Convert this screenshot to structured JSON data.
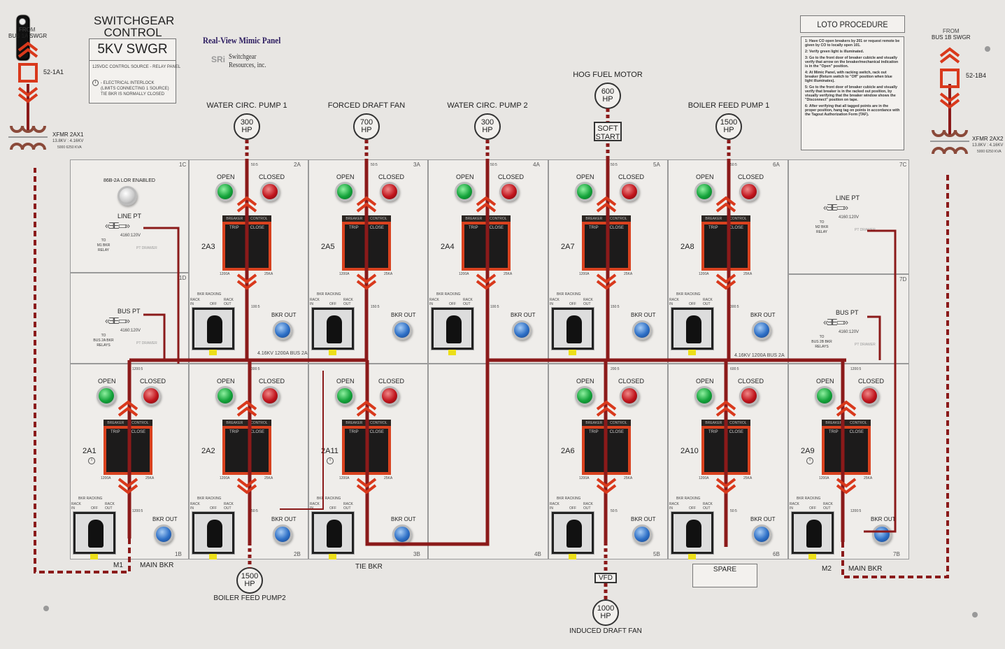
{
  "header": {
    "title_line1": "SWITCHGEAR",
    "title_line2": "CONTROL",
    "title_box": "5KV SWGR",
    "control_source": "125VDC CONTROL SOURCE - RELAY PANEL",
    "interlock_symbol": "i",
    "interlock_lines": [
      "- ELECTRICAL INTERLOCK",
      "(LIMITS CONNECTING 1 SOURCE)",
      "TIE BKR IS NORMALLY CLOSED"
    ]
  },
  "logo": {
    "title": "Real-View Mimic Panel",
    "mark": "SRi",
    "company_line1": "Switchgear",
    "company_line2": "Resources, inc."
  },
  "sources": {
    "left": {
      "from": "FROM",
      "bus": "BUS 1A SWGR",
      "breaker": "52-1A1",
      "xfmr": "XFMR 2AX1",
      "rating": "13.8KV : 4.16KV",
      "kva": "5000 6250 KVA"
    },
    "right": {
      "from": "FROM",
      "bus": "BUS 1B SWGR",
      "breaker": "52-1B4",
      "xfmr": "XFMR 2AX2",
      "rating": "13.8KV : 4.16KV",
      "kva": "5000 6250 KVA"
    }
  },
  "loto": {
    "title": "LOTO PROCEDURE",
    "steps": [
      "1:  Have CO open breakers by 201 or request remote be given by CO to locally open 101.",
      "2:  Verify green light is illuminated.",
      "3:  Go to the front door of breaker cubicle and visually verify that arrow on the breaker/mechanical indication is in the \"Open\" position.",
      "4:  At Mimic Panel, with racking switch, rack out breaker (Return switch to \"Off\" position when blue light illuminates).",
      "5:  Go to the front door of breaker cubicle and visually verify that breaker is in the racked out position, by visually verifying that the breaker window shows the \"Disconnect\" position on tape.",
      "6:  After verifying that all tagged points are in the proper position, hang tag on points in accordance with the Tagout Authorization Form (TAF)."
    ]
  },
  "common": {
    "open": "OPEN",
    "closed": "CLOSED",
    "breaker": "BREAKER",
    "control": "CONTROL",
    "trip": "TRIP",
    "close": "CLOSE",
    "amps": "1200A",
    "ka": "25KA",
    "racking": "BKR RACKING",
    "rack_in": "RACK IN",
    "off": "OFF",
    "rack_out": "RACK OUT",
    "bkr_out": "BKR OUT",
    "bus_label": "4.16KV 1200A BUS 2A"
  },
  "loads": [
    {
      "name": "WATER CIRC. PUMP 1",
      "hp": "300",
      "unit": "HP"
    },
    {
      "name": "FORCED DRAFT FAN",
      "hp": "700",
      "unit": "HP"
    },
    {
      "name": "WATER CIRC. PUMP 2",
      "hp": "300",
      "unit": "HP"
    },
    {
      "name": "HOG FUEL MOTOR",
      "hp": "600",
      "unit": "HP",
      "starter": "SOFT START"
    },
    {
      "name": "BOILER FEED PUMP 1",
      "hp": "1500",
      "unit": "HP"
    },
    {
      "name": "BOILER FEED PUMP2",
      "hp": "1500",
      "unit": "HP"
    },
    {
      "name": "INDUCED DRAFT FAN",
      "hp": "1000",
      "unit": "HP",
      "starter": "VFD"
    }
  ],
  "cubicles": [
    {
      "cell": "2A",
      "breaker": "2A3",
      "ct_top": "50:5",
      "ct_bottom": "100:5"
    },
    {
      "cell": "3A",
      "breaker": "2A5",
      "ct_top": "50:5",
      "ct_bottom": "150:5"
    },
    {
      "cell": "4A",
      "breaker": "2A4",
      "ct_top": "50:5",
      "ct_bottom": "100:5"
    },
    {
      "cell": "5A",
      "breaker": "2A7",
      "ct_top": "50:5",
      "ct_bottom": "150:5"
    },
    {
      "cell": "6A",
      "breaker": "2A8",
      "ct_top": "50:5",
      "ct_bottom": "300:5"
    },
    {
      "cell": "1B",
      "breaker": "2A1",
      "ct_top": "1200:5",
      "ct_bottom": "1200:5",
      "interlock": true
    },
    {
      "cell": "2B",
      "breaker": "2A2",
      "ct_top": "300:5",
      "ct_bottom": "50:5"
    },
    {
      "cell": "3B",
      "breaker": "2A11",
      "ct_top": "",
      "ct_bottom": "",
      "interlock": true
    },
    {
      "cell": "5B",
      "breaker": "2A6",
      "ct_top": "200:5",
      "ct_bottom": "50:5"
    },
    {
      "cell": "6B",
      "breaker": "2A10",
      "ct_top": "600:5",
      "ct_bottom": "50:5"
    },
    {
      "cell": "7B",
      "breaker": "2A9",
      "ct_top": "1200:5",
      "ct_bottom": "1200:5",
      "interlock": true
    }
  ],
  "empty_cells": [
    "4B"
  ],
  "pt_cells": [
    {
      "cell": "1C",
      "lor": "86B-2A LOR ENABLED",
      "title": "LINE PT",
      "ratio": "4160:120V",
      "to": [
        "TO",
        "M1 BKR",
        "RELAY"
      ],
      "drawer": "PT DRAWER"
    },
    {
      "cell": "1D",
      "title": "BUS PT",
      "ratio": "4160:120V",
      "to": [
        "TO",
        "BUS 2A BKR",
        "RELAYS"
      ],
      "drawer": "PT DRAWER"
    },
    {
      "cell": "7C",
      "title": "LINE PT",
      "ratio": "4160:120V",
      "to": [
        "TO",
        "M2 BKR",
        "RELAY"
      ],
      "drawer": "PT DRAWER"
    },
    {
      "cell": "7D",
      "title": "BUS PT",
      "ratio": "4160:120V",
      "to": [
        "TO",
        "BUS 2B BKR",
        "RELAYS"
      ],
      "drawer": "PT DRAWER"
    }
  ],
  "bottom_labels": {
    "m1": "M1",
    "main_left": "MAIN BKR",
    "tie": "TIE BKR",
    "spare": "SPARE",
    "m2": "M2",
    "main_right": "MAIN BKR"
  },
  "colors": {
    "bus": "#8b1a1a",
    "chevron": "#d9391c",
    "switch_frame": "#d9421f",
    "open_lamp": "#13a33a",
    "closed_lamp": "#c0141c",
    "bkr_out_lamp": "#2d6fc6"
  }
}
